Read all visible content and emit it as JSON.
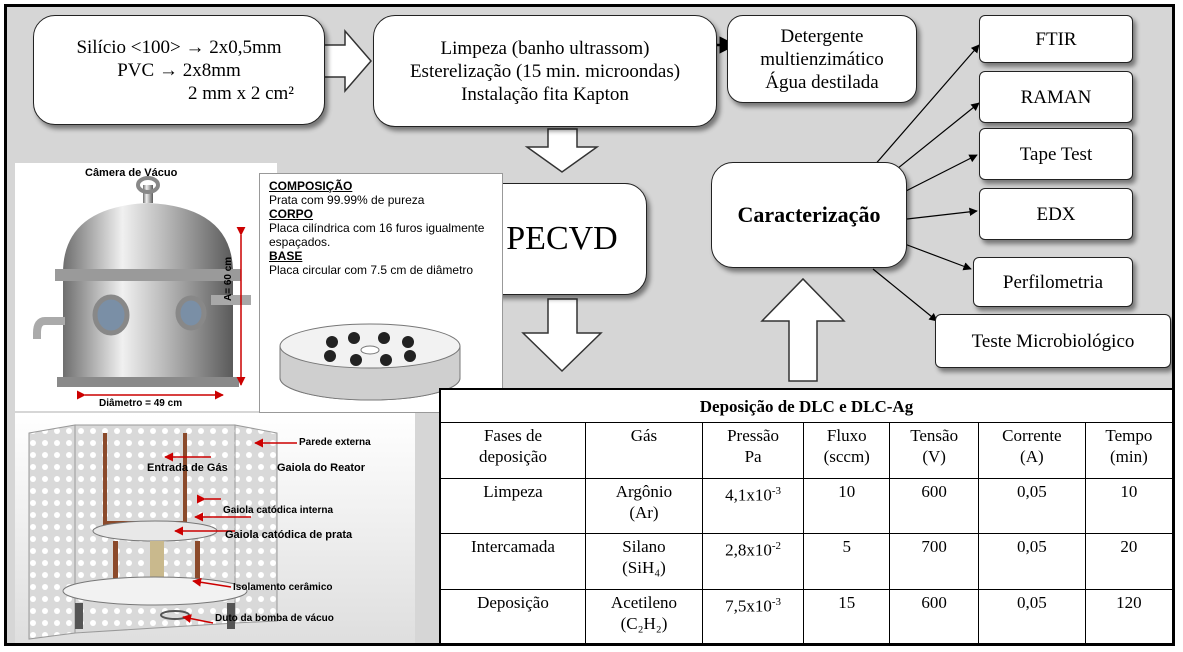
{
  "input_box": {
    "line1": "Silício <100> → 2x0,5mm",
    "line2": "PVC → 2x8mm",
    "line3": "2 mm x 2 cm²"
  },
  "prep_box": {
    "line1": "Limpeza (banho ultrassom)",
    "line2": "Esterelização (15 min. microondas)",
    "line3": "Instalação fita Kapton"
  },
  "detergent_box": {
    "line1": "Detergente",
    "line2": "multienzimático",
    "line3": "Água destilada"
  },
  "pecvd_label": "PECVD",
  "characterization_label": "Caracterização",
  "characterization_items": [
    "FTIR",
    "RAMAN",
    "Tape Test",
    "EDX",
    "Perfilometria",
    "Teste Microbiológico"
  ],
  "chamber": {
    "title": "Câmera de Vácuo",
    "height_label": "A= 60 cm",
    "diameter_label": "Diâmetro = 49 cm"
  },
  "cage_description": {
    "composition_heading": "COMPOSIÇÃO",
    "composition_text": "Prata com 99.99% de pureza",
    "body_heading": "CORPO",
    "body_text": "Placa cilíndrica com 16 furos igualmente espaçados.",
    "base_heading": "BASE",
    "base_text": "Placa circular com 7.5 cm de diâmetro"
  },
  "reactor_labels": {
    "outer_wall": "Parede externa",
    "gas_inlet": "Entrada de Gás",
    "reactor_cage": "Gaiola do Reator",
    "inner_cathodic_cage": "Gaiola catódica interna",
    "silver_cathodic_cage": "Gaiola catódica de prata",
    "ceramic_insulation": "Isolamento cerâmico",
    "vacuum_pump_duct": "Duto da bomba de vácuo"
  },
  "table": {
    "title": "Deposição de DLC e DLC-Ag",
    "headers": [
      [
        "Fases de",
        "deposição"
      ],
      [
        "Gás",
        ""
      ],
      [
        "Pressão",
        "Pa"
      ],
      [
        "Fluxo",
        "(sccm)"
      ],
      [
        "Tensão",
        "(V)"
      ],
      [
        "Corrente",
        "(A)"
      ],
      [
        "Tempo",
        "(min)"
      ]
    ],
    "rows": [
      {
        "phase": "Limpeza",
        "gas": "Argônio",
        "gas_formula": "(Ar)",
        "pressure": "4,1x10",
        "pressure_exp": "-3",
        "flow": "10",
        "voltage": "600",
        "current": "0,05",
        "time": "10"
      },
      {
        "phase": "Intercamada",
        "gas": "Silano",
        "gas_formula": "(SiH₄)",
        "pressure": "2,8x10",
        "pressure_exp": "-2",
        "flow": "5",
        "voltage": "700",
        "current": "0,05",
        "time": "20"
      },
      {
        "phase": "Deposição",
        "gas": "Acetileno",
        "gas_formula": "(C₂H₂)",
        "pressure": "7,5x10",
        "pressure_exp": "-3",
        "flow": "15",
        "voltage": "600",
        "current": "0,05",
        "time": "120"
      }
    ]
  },
  "colors": {
    "background": "#d6d6d6",
    "box_fill": "#ffffff",
    "label_arrow": "#cc0000"
  }
}
